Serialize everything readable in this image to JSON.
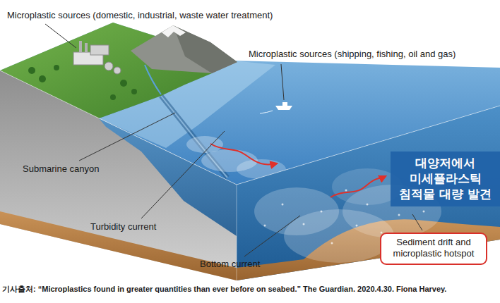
{
  "diagram": {
    "caption": "기사출처: “Microplastics found in greater quantities than ever before on seabed.” The Guardian. 2020.4.30. Fiona Harvey.",
    "nodes": [
      {
        "text": [
          "대양저에서 미세플라스틱 침적물 대량 발견"
        ]
      },
      {
        "text": [
          "Sediment drift and microplastic hotspot"
        ]
      }
    ],
    "labels": [
      "Microplastic sources (domestic, industrial, waste water treatment)",
      "Microplastic sources (shipping, fishing, oil and gas)",
      "Submarine canyon",
      "Turbidity current",
      "Bottom current"
    ]
  }
}
